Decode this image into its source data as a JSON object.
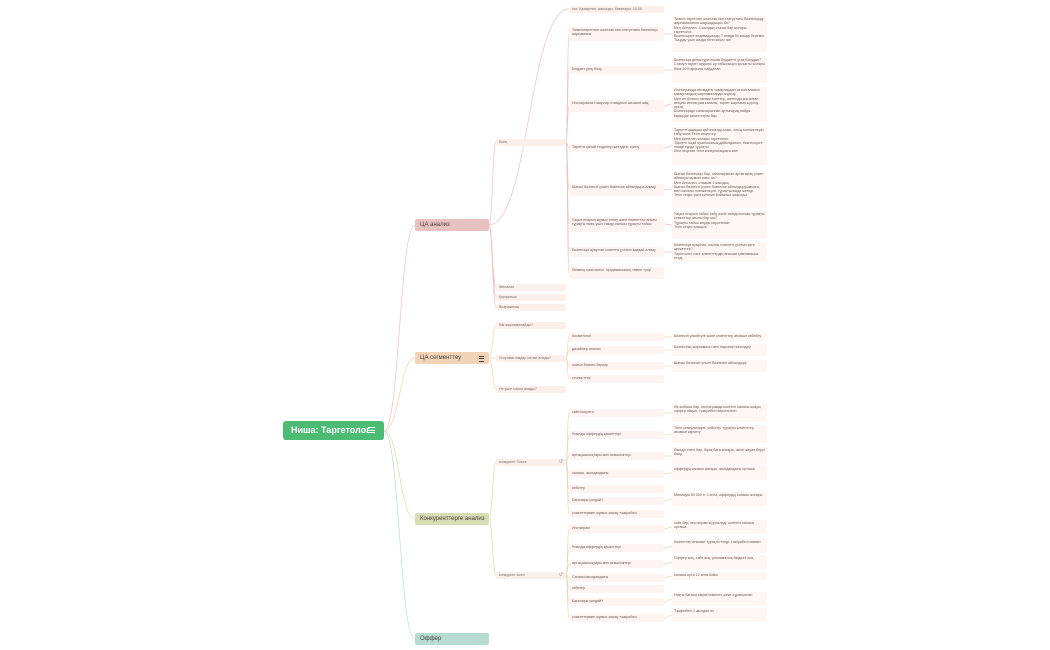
{
  "root": {
    "label": "Ниша: Таргетолог",
    "icon": "menu-icon"
  },
  "categories": {
    "ca_analysis": {
      "label": "ЦА анализ",
      "color": "#e7c2c1"
    },
    "ca_segments": {
      "label": "ЦА сегменттеу",
      "color": "#f2d3b8"
    },
    "competitors": {
      "label": "Конкуренттерге анализ",
      "color": "#d7ddb5"
    },
    "offer": {
      "label": "Оффер",
      "color": "#b7dcd1"
    }
  },
  "ca": {
    "top_label": "гео: Қазақстан, жасыңыз, бағалауы: 18-55",
    "bol_label": "Боль",
    "fears_label": "Желания",
    "worries_label": "Қорқыныш",
    "objections_label": "Возражения",
    "pains": [
      {
        "q": "Тиімсізтаргетинг шығыны көп-статустағы бизнесіңіз жарнамасы",
        "a": "Тиімсіз таргетинг шығыны көп-статустағы бизнесіңізді жарнамалатып шаршадыңыз ба?\n       Мен Аннален, 3 жылдық стажы бар жоғары таргетолог.\n       Бизнесіңізге индивидуалды 7 апада 5х өсімді беремін.\n       Тыңдау үшін жазда тегін кеңес алі"
      },
      {
        "q": "Бюджет ұтақ болу",
        "a": "Бизнесіңіз делистура ешкім бюджетті ұтақ болудан?\n   Стимул таргет арқылы әр табысыңыз қосысты жоғары бага 30% арқылы пайдалан."
      },
      {
        "q": "Инстаграмға товарлар стимулын шешкен жақ.",
        "a": "Инстаграмда ағымдағы товарлардан сатып алатын қазақстандық жарнамаларды жүргізу.\n   Мен не болғыз наным есептер, шетелдік жасалған атаулы инстаграм каналы, таргет жарнама жүргізу ортақ.\n   Бизнесіңізде сапаларыннан артығырақ пайда көріңізде қасиеттерім бар."
      },
      {
        "q": "Таргетті қалай тезделеуі жетедігін түсіну",
        "a": "Таргетті қазақша қай өткенді алып, оның нәтижелерін табу және Тегін кеңестер.\n   Мен Аннален жоғары таргетолог.\n   Таргетті оңай практикалық дайындалып, бизнесіңізге тиімді түрде тұрақты.\n   Өтін кеңеске тегін консультацияға кел!"
      },
      {
        "q": "Шағын бизнесті үлкен бизнеске айналдыра алмау",
        "a": "Шағын бизнесіңіз бар, сапаларынан артығырақ үлкен айналуы мүмкін емес пе?\n   Мен Аннален, стажым 3 жылдық.\n   Шағын бизнесті үлкен бизнеске айналдыруымызға, мен сапалы нәтижелерге, тұрақтылыққа жетеді.\n   Тегін кеңес үшін сілтеме бойынша жазыңыз."
      },
      {
        "q": "Уақыт отырып жұмыс етпеу және клиенттер ағыны тұрақты емес үшін тиімді сыншы тұрақты табыс",
        "a": "Уақыт отырып табыс табу және тиімді сыншы тұрақты клиенттер ағыны бар ма?\n   Тұрақты табыс алуды көрсетемін.\n   Тегін кеңес алыңыз."
      },
      {
        "q": "Бизнесіңіз ауырлап клиентті ұтатын жағдай алмау",
        "a": "Бизнесіңіз ауырлап, жалпы клиентті ұтатын қате әрекеттер?\n   Таргетолог сізге клиенттердің ағымын қамтамасыз етеді."
      },
      {
        "q": "Өнімнің сапа кепілі, продажасының төмен түсуі",
        "a": ""
      }
    ]
  },
  "segments": {
    "who_label": "Кім жарнамалайды?",
    "why_label": "Услугами кімдер сатып алады?",
    "what_label": "Не үшін сатып алады?",
    "items": [
      {
        "q": "Косметолог",
        "a": "Бизнесін үлкейтуге және клиенттер ағымын көбейту"
      },
      {
        "q": "дизайнер анализ",
        "a": "Бизнесінің жарнамасы мен нарығын жетілдіру"
      },
      {
        "q": "шағын бизнес барлау",
        "a": "Шағын бизнесін үлкен бизнеске айналдыру"
      },
      {
        "q": "стилисттер",
        "a": ""
      }
    ]
  },
  "competitors": {
    "c1_label": "конкурент Ольга",
    "c2_label": "конкурент Асел",
    "c1": [
      {
        "q": "сайт/соцсети",
        "a": "Өз жобасы бар, инстаграмда контент сапасы жақсы, оффер айқын, тәжірибесі көрсетілген."
      },
      {
        "q": "Ұсынды оффердің қасиеттері",
        "a": "Тегін консультация, кейстер, тұрақты клиенттер ағымын көрсету"
      },
      {
        "q": "артықшылықтары мен кемшіліктері",
        "a": "Өзіндік стилі бар, бірақ баға жоғары, жеке жауап беруі баяу."
      },
      {
        "q": "сапасы, жылдамдығы",
        "a": "оффердің сапасы жоғары, жылдамдығы орташа"
      },
      {
        "q": "кейстер",
        "a": ""
      },
      {
        "q": "Бағалары қандай?",
        "a": "Минимум 50 000 тг 3 апта, оффердің сапасы жоғары"
      },
      {
        "q": "клиенттермен жұмыс жасау тәжірибесі",
        "a": ""
      }
    ],
    "c2": [
      {
        "q": "Инстаграм",
        "a": "сайт бар, инстаграм жүргізіледі, контент сапасы орташа"
      },
      {
        "q": "Ұсынды оффердің қасиеттері",
        "a": "Клиенттер ағымын тұрақты етеді, тәжірибелі маман"
      },
      {
        "q": "артықшылықтары мен кемшіліктері",
        "a": "Оффер жоқ, сайт жоқ, рекламалық бюджет жоқ"
      },
      {
        "q": "Сапасы/жылдамдығы",
        "a": "сапасы орта 12 апта бойы"
      },
      {
        "q": "кейстер",
        "a": ""
      },
      {
        "q": "Бағалары қандай?",
        "a": "Нақты бағасы көрсетілмеген, жеке сұраныспен"
      },
      {
        "q": "клиенттермен жұмыс жасау тәжірибесі",
        "a": "Тәжірибесі 1 жылдан аз"
      }
    ]
  }
}
